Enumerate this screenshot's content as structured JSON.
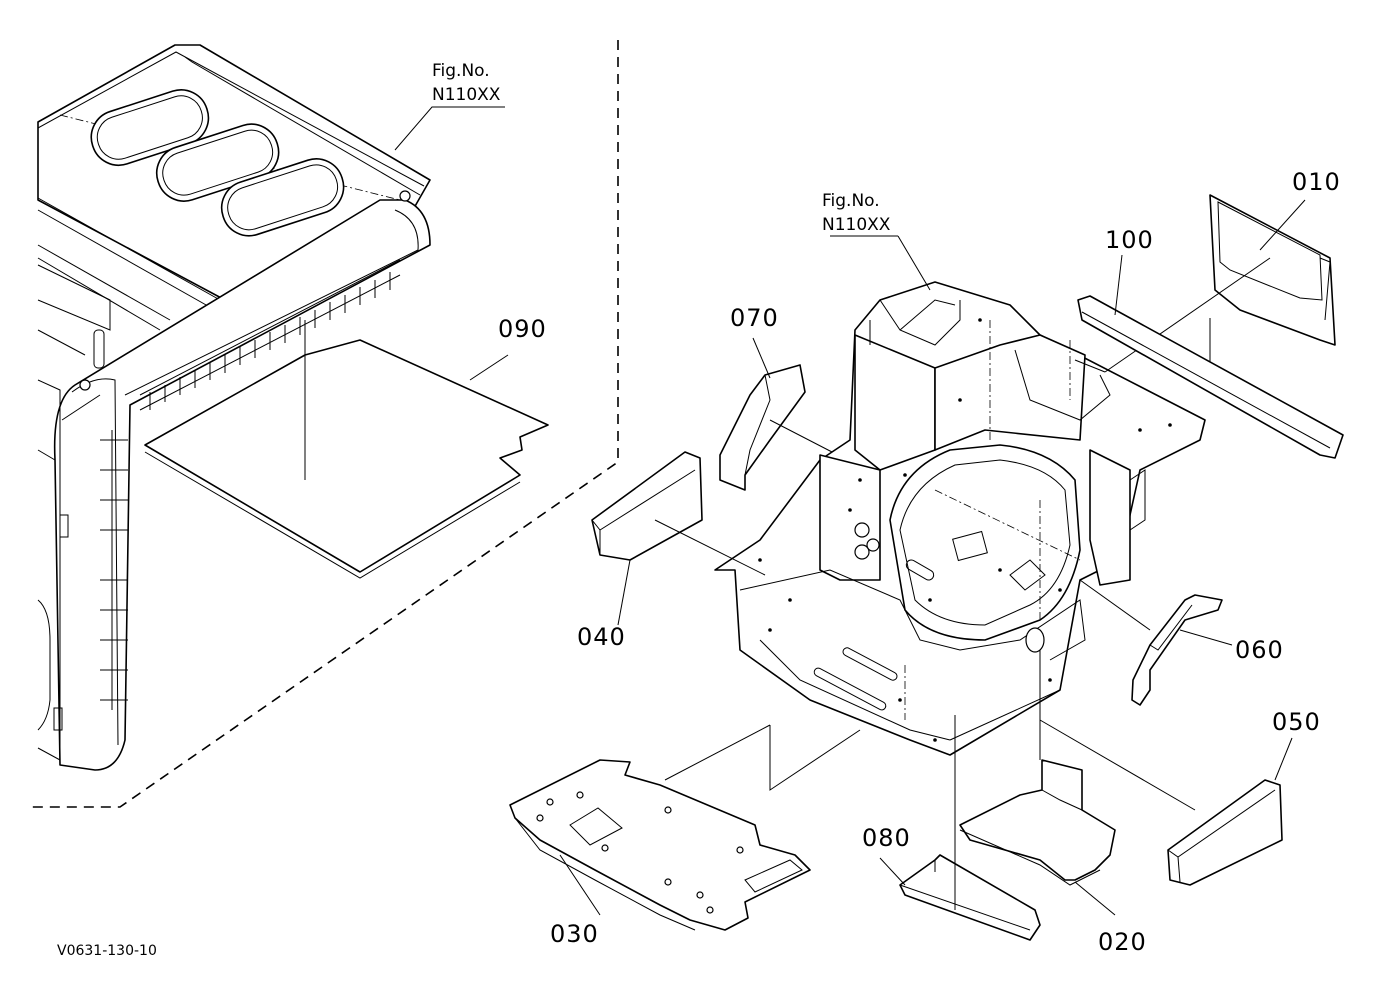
{
  "reference_code": "V0631-130-10",
  "figure_refs": [
    {
      "line1": "Fig.No.",
      "line2": "N110XX"
    },
    {
      "line1": "Fig.No.",
      "line2": "N110XX"
    }
  ],
  "parts": [
    "010",
    "020",
    "030",
    "040",
    "050",
    "060",
    "070",
    "080",
    "090",
    "100"
  ]
}
